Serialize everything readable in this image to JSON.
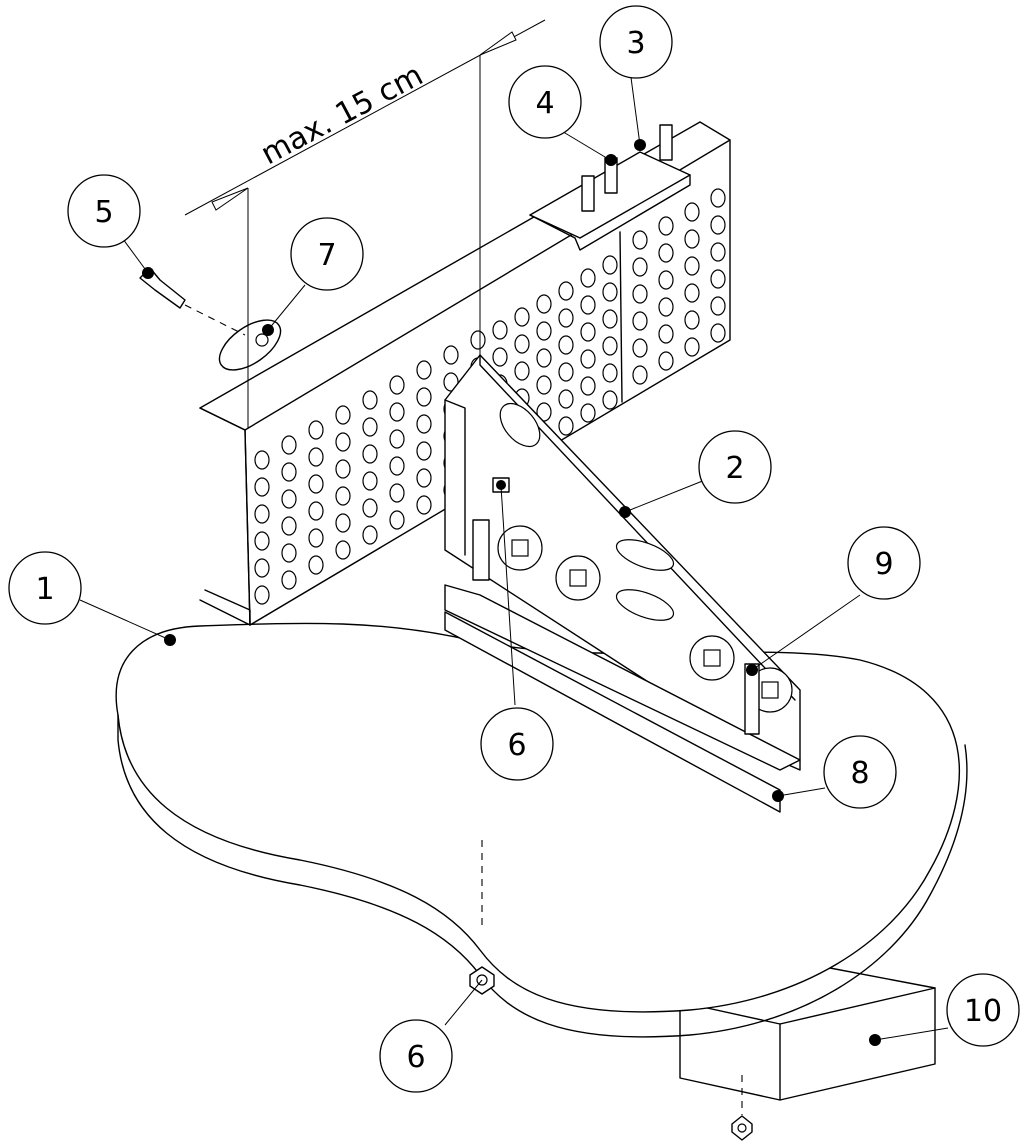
{
  "diagram": {
    "dimension_label": "max. 15 cm",
    "callouts": [
      {
        "id": "c1",
        "label": "1"
      },
      {
        "id": "c2",
        "label": "2"
      },
      {
        "id": "c3",
        "label": "3"
      },
      {
        "id": "c4",
        "label": "4"
      },
      {
        "id": "c5",
        "label": "5"
      },
      {
        "id": "c6a",
        "label": "6"
      },
      {
        "id": "c6b",
        "label": "6"
      },
      {
        "id": "c7",
        "label": "7"
      },
      {
        "id": "c8",
        "label": "8"
      },
      {
        "id": "c9",
        "label": "9"
      },
      {
        "id": "c10",
        "label": "10"
      }
    ]
  }
}
